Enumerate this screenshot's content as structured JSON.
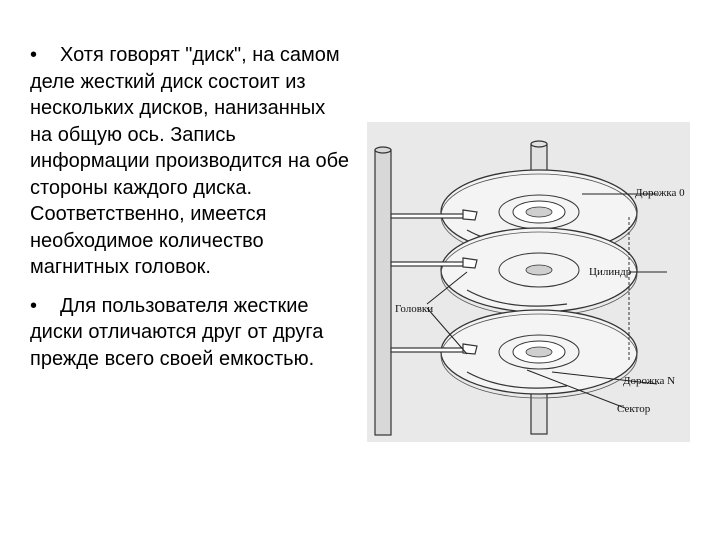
{
  "bullets": [
    {
      "marker": "•",
      "text": "Хотя говорят \"диск\", на самом деле жесткий диск состоит из нескольких дисков, нанизанных на общую ось. Запись информации производится на обе стороны каждого диска. Соответственно, имеется необходимое количество магнитных головок."
    },
    {
      "marker": "•",
      "text": "Для пользователя жесткие диски отличаются друг от друга прежде всего своей емкостью."
    }
  ],
  "figure": {
    "labels": {
      "track0": "Дорожка 0",
      "cylinder": "Цилиндр",
      "heads": "Головки",
      "trackN": "Дорожка N",
      "sector": "Сектор"
    }
  }
}
